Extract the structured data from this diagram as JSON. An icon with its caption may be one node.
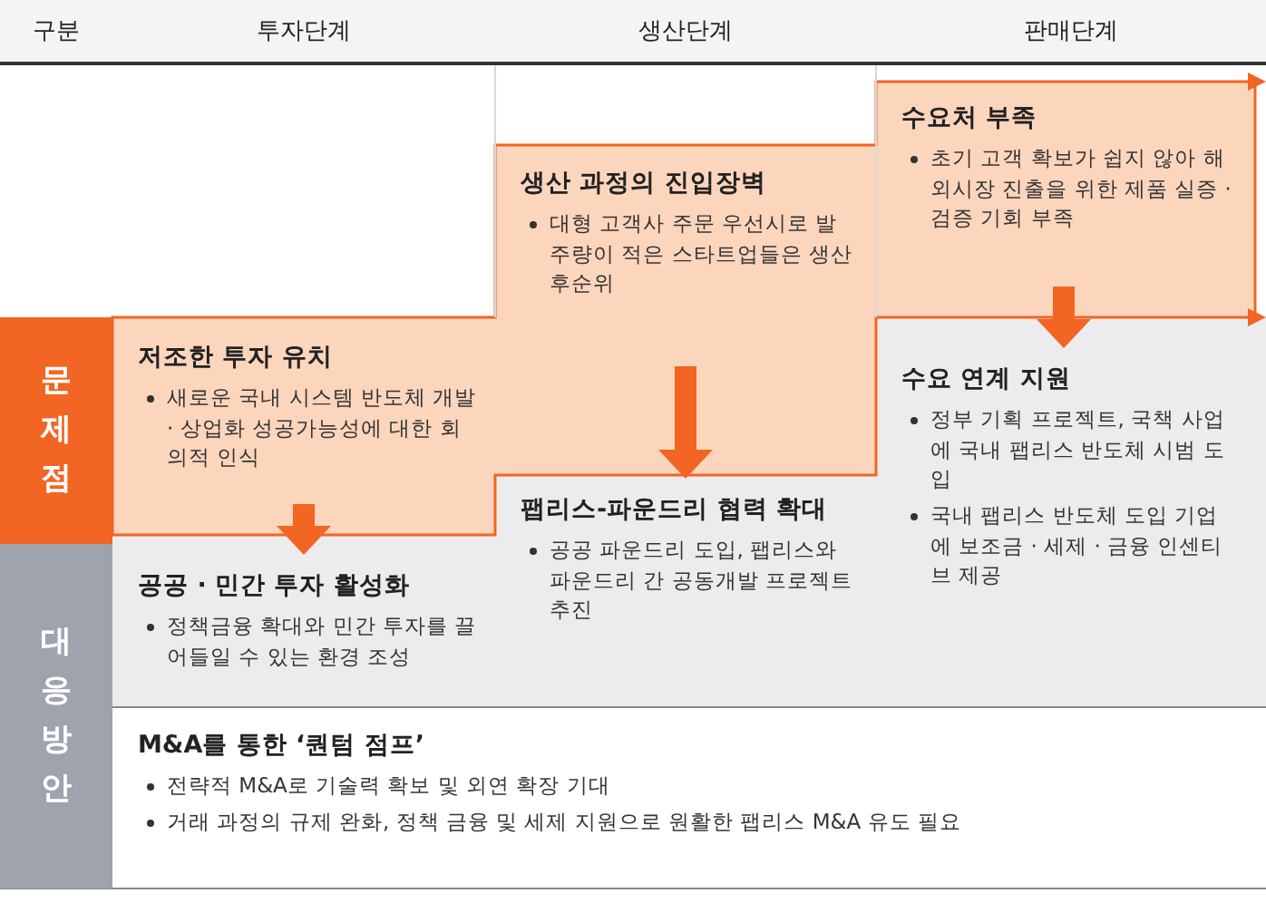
{
  "diagram": {
    "nodes": [
      {
        "text": [
          "구분"
        ]
      },
      {
        "text": [
          "투자단계"
        ]
      },
      {
        "text": [
          "생산단계"
        ]
      },
      {
        "text": [
          "판매단계"
        ]
      },
      {
        "text": [
          "문제점"
        ]
      },
      {
        "text": [
          "대응방안"
        ]
      },
      {
        "text": [
          "저조한 투자 유치",
          "새로운 국내 시스템 반도체 개발 · 상업화 성공가능성에 대한 회의적 인식"
        ]
      },
      {
        "text": [
          "생산 과정의 진입장벽",
          "대형 고객사 주문 우선시로 발주량이 적은 스타트업들은 생산 후순위"
        ]
      },
      {
        "text": [
          "수요처 부족",
          "초기 고객 확보가 쉽지 않아 해외시장 진출을 위한 제품 실증 · 검증 기회 부족"
        ]
      },
      {
        "text": [
          "공공 · 민간 투자 활성화",
          "정책금융 확대와 민간 투자를 끌어들일 수 있는 환경 조성"
        ]
      },
      {
        "text": [
          "팹리스-파운드리 협력 확대",
          "공공 파운드리 도입, 팹리스와 파운드리 간 공동개발 프로젝트 추진"
        ]
      },
      {
        "text": [
          "수요 연계 지원",
          "정부 기획 프로젝트, 국책 사업에 국내 팹리스 반도체 시범 도입",
          "국내 팹리스 반도체 도입 기업에 보조금 · 세제 · 금융 인센티브 제공"
        ]
      },
      {
        "text": [
          "M&A를 통한 ‘퀀텀 점프’",
          "전략적 M&A로 기술력 확보 및 외연 확장 기대",
          "거래 과정의 규제 완화, 정책 금융 및 세제 지원으로 원활한 팹리스 M&A 유도 필요"
        ]
      }
    ],
    "edges": [
      {
        "from": 6,
        "to": 9,
        "arrow": "to"
      },
      {
        "from": 7,
        "to": 10,
        "arrow": "to"
      },
      {
        "from": 8,
        "to": 11,
        "arrow": "to"
      }
    ]
  }
}
